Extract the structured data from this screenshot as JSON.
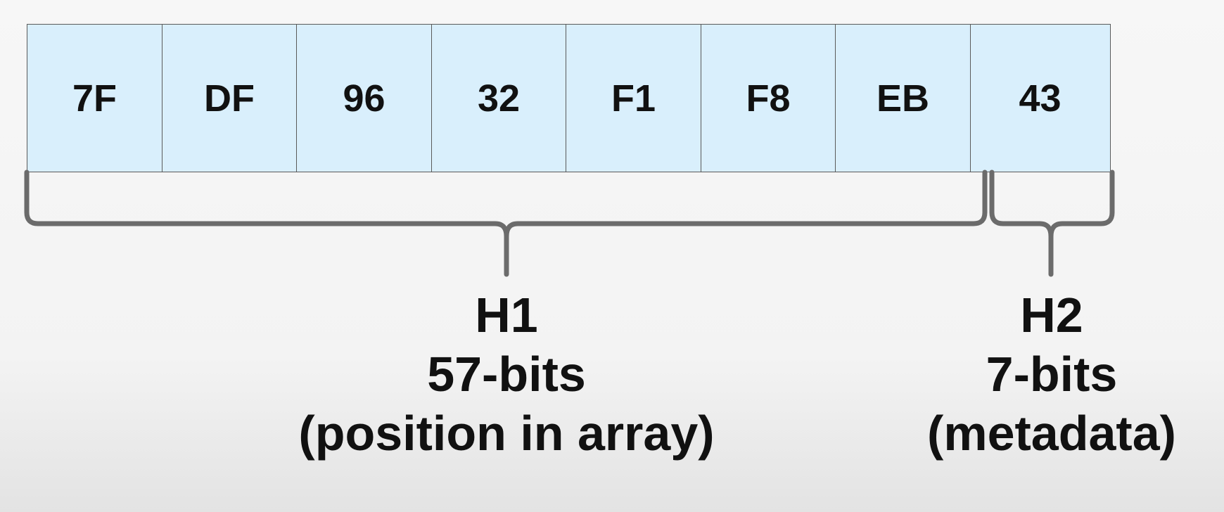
{
  "bytes": [
    "7F",
    "DF",
    "96",
    "32",
    "F1",
    "F8",
    "EB",
    "43"
  ],
  "h1": {
    "title": "H1",
    "bits": "57-bits",
    "description": "(position in array)"
  },
  "h2": {
    "title": "H2",
    "bits": "7-bits",
    "description": "(metadata)"
  },
  "colors": {
    "cell_fill": "#d9effc",
    "cell_border": "#5a5a5a",
    "brace": "#6b6b6b",
    "text": "#111111"
  }
}
